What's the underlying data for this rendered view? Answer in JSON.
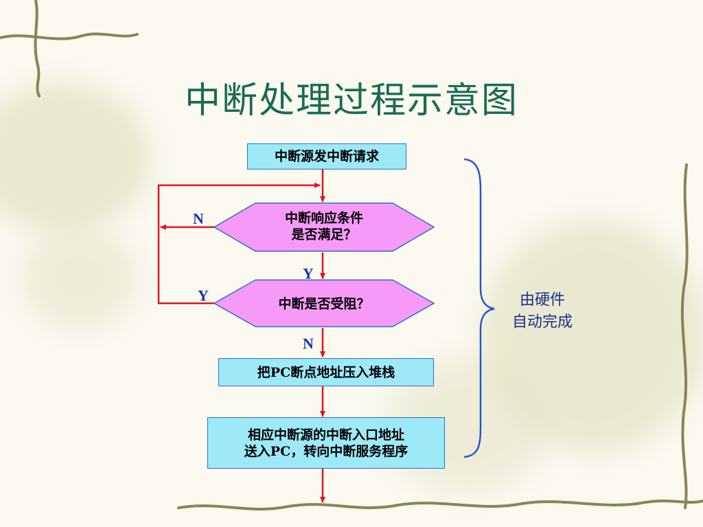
{
  "slide": {
    "title": "中断处理过程示意图"
  },
  "flow": {
    "start_box": "中断源发中断请求",
    "decision1_line1": "中断响应条件",
    "decision1_line2": "是否满足？",
    "decision2": "中断是否受阻？",
    "push_box": "把PC断点地址压入堆栈",
    "entry_line1": "相应中断源的中断入口地址",
    "entry_line2": "送入PC，转向中断服务程序"
  },
  "labels": {
    "n_left": "N",
    "y_down": "Y",
    "y_left": "Y",
    "n_down": "N"
  },
  "note": {
    "line1": "由硬件",
    "line2": "自动完成"
  },
  "colors": {
    "title": "#1a6b4f",
    "box_fill": "#9ee9f7",
    "diamond_fill": "#f79af7",
    "arrow": "#e0141e",
    "brace": "#2a55c8",
    "label": "#1036a8"
  }
}
